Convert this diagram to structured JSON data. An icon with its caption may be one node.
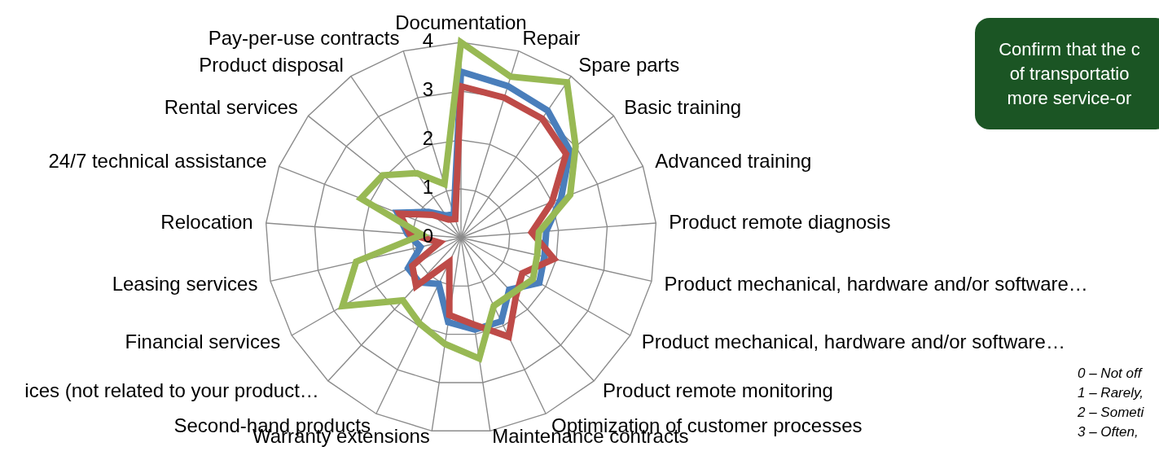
{
  "diagram": {
    "nodes": [
      {
        "text": [
          "Confirm that the c of transportatio more service-or"
        ]
      }
    ],
    "labels": [
      "Documentation",
      "Repair",
      "Spare parts",
      "Basic training",
      "Advanced training",
      "Product remote diagnosis",
      "Product mechanical, hardware and/or software…",
      "Product mechanical, hardware and/or software…",
      "Product remote monitoring",
      "Optimization of customer processes",
      "Maintenance contracts",
      "Warranty extensions",
      "Second-hand products",
      "ices (not related to your product…",
      "Financial services",
      "Leasing services",
      "Relocation",
      "24/7 technical assistance",
      "Rental services",
      "Product disposal",
      "Pay-per-use contracts",
      "4",
      "3",
      "2",
      "1",
      "0",
      "0 – Not off",
      "1 – Rarely,",
      "2 – Someti",
      "3 – Often,"
    ]
  }
}
